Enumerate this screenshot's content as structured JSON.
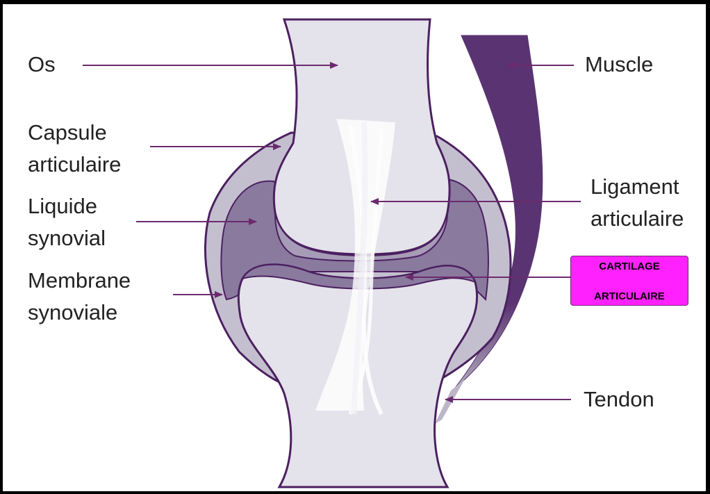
{
  "labels": {
    "os": "Os",
    "capsule_line1": "Capsule",
    "capsule_line2": "articulaire",
    "liquide_line1": "Liquide",
    "liquide_line2": "synovial",
    "membrane_line1": "Membrane",
    "membrane_line2": "synoviale",
    "muscle": "Muscle",
    "ligament_line1": "Ligament",
    "ligament_line2": "articulaire",
    "cartilage_line1": "CARTILAGE",
    "cartilage_line2": "ARTICULAIRE",
    "tendon": "Tendon"
  },
  "colors": {
    "arrow": "#6b2a6e",
    "bone": "#e4e2ea",
    "outline": "#4b2060",
    "capsule": "#c2bccd",
    "fluid": "#8a7a9e",
    "muscle": "#5a3472",
    "cartilage_box": "#ff22ff"
  }
}
